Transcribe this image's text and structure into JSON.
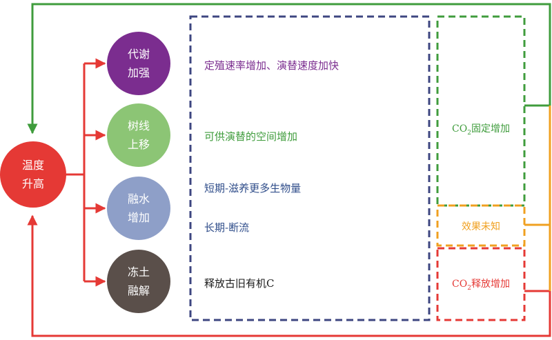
{
  "center": {
    "line1": "温度",
    "line2": "升高",
    "color": "#e53935"
  },
  "causes": [
    {
      "line1": "代谢",
      "line2": "加强",
      "color": "#7b2d8f"
    },
    {
      "line1": "树线",
      "line2": "上移",
      "color": "#8cc575"
    },
    {
      "line1": "融水",
      "line2": "增加",
      "color": "#8e9fc8"
    },
    {
      "line1": "冻土",
      "line2": "融解",
      "color": "#5a4f4a"
    }
  ],
  "effects": [
    {
      "text": "定殖速率增加、演替速度加快",
      "color": "#7b2d8f"
    },
    {
      "text": "可供演替的空间增加",
      "color": "#3f9c3c"
    },
    {
      "text": "短期-滋养更多生物量",
      "color": "#2f4d8a"
    },
    {
      "text": "长期-断流",
      "color": "#2f4d8a"
    },
    {
      "text": "释放古旧有机C",
      "color": "#1a1a1a"
    }
  ],
  "outcomes": {
    "fixation": {
      "prefix": "CO",
      "sub": "2",
      "suffix": "固定增加",
      "color": "#3f9c3c"
    },
    "unknown": {
      "text": "效果未知",
      "color": "#f0a020"
    },
    "release": {
      "prefix": "CO",
      "sub": "2",
      "suffix": "释放增加",
      "color": "#e53935"
    }
  },
  "colors": {
    "arrow_red": "#e53935",
    "loop_green": "#3f9c3c",
    "loop_orange": "#f0a020",
    "dashed_navy": "#3d4680"
  }
}
